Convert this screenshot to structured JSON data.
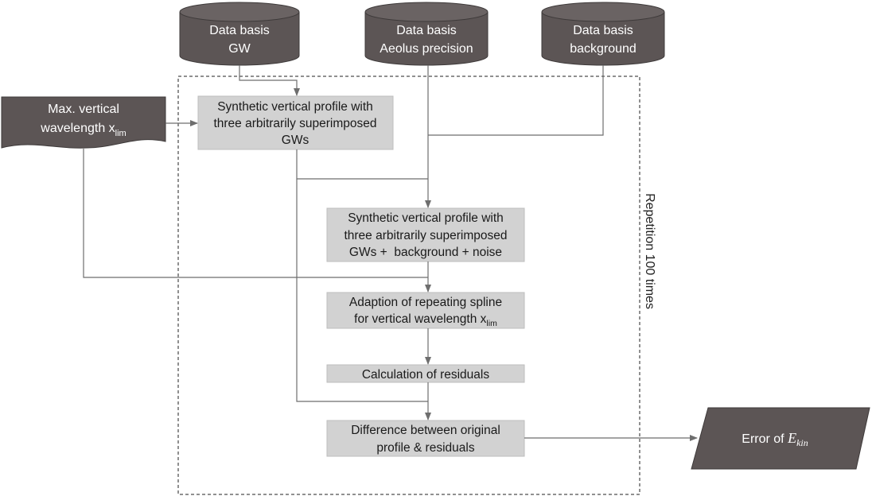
{
  "databases": [
    {
      "line1": "Data basis",
      "line2": "GW"
    },
    {
      "line1": "Data basis",
      "line2": "Aeolus precision"
    },
    {
      "line1": "Data basis",
      "line2": "background"
    }
  ],
  "input": {
    "line1": "Max. vertical",
    "line2": "wavelength x",
    "sub": "lim"
  },
  "steps": {
    "synthetic1": [
      "Synthetic vertical profile with",
      "three arbitrarily superimposed",
      "GWs"
    ],
    "synthetic2": [
      "Synthetic vertical profile with",
      "three arbitrarily superimposed",
      "GWs +  background + noise"
    ],
    "adaption": {
      "line1": "Adaption of repeating spline",
      "line2": "for vertical wavelength x",
      "sub": "lim"
    },
    "residuals": "Calculation of residuals",
    "difference": [
      "Difference between original",
      "profile & residuals"
    ]
  },
  "output": {
    "text": "Error of ",
    "var": "E",
    "sub": "kin"
  },
  "loop_label": "Repetition 100 times",
  "colors": {
    "dark_shape": "#5c5555",
    "process_box": "#d2d2d2",
    "connector": "#6e6e6e"
  }
}
